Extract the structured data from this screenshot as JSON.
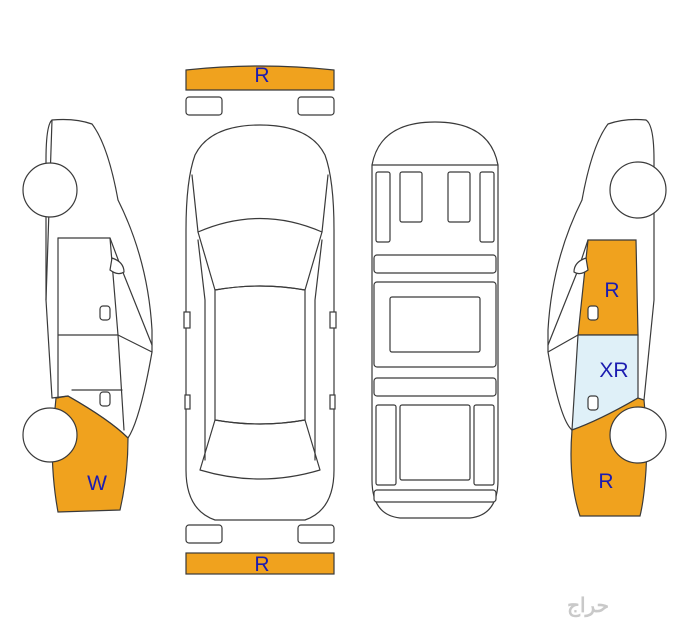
{
  "colors": {
    "replaced": "#f0a21e",
    "repaired": "#dff0f8",
    "line": "#3a3a3a",
    "label": "#1c1cb0"
  },
  "panels": {
    "front_bumper": {
      "code": "R",
      "status": "replaced"
    },
    "rear_bumper": {
      "code": "R",
      "status": "replaced"
    },
    "left_rear_quarter": {
      "code": "W",
      "status": "replaced"
    },
    "right_front_door": {
      "code": "R",
      "status": "replaced"
    },
    "right_rear_door": {
      "code": "XR",
      "status": "repaired"
    },
    "right_rear_quarter": {
      "code": "R",
      "status": "replaced"
    }
  },
  "watermark": {
    "text": "حراج"
  }
}
